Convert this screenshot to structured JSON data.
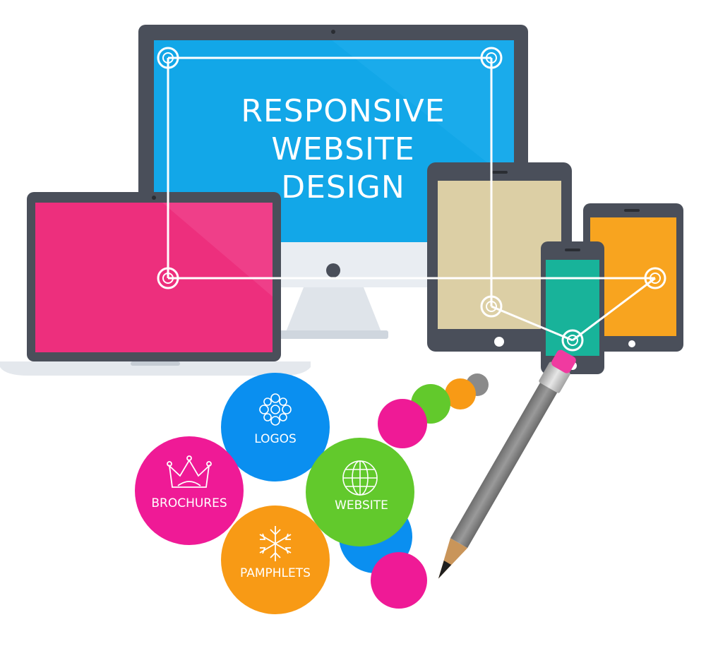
{
  "headline": {
    "line1": "RESPONSIVE",
    "line2": "WEBSITE",
    "line3": "DESIGN"
  },
  "bubbles": {
    "logos": "LOGOS",
    "brochures": "BROCHURES",
    "website": "WEBSITE",
    "pamphlets": "PAMPHLETS"
  },
  "colors": {
    "monitor_screen": "#12a7e8",
    "device_frame": "#4a4f5a",
    "laptop_screen": "#ed2f7d",
    "tablet_screen": "#dccfa5",
    "phone_screen": "#18b39a",
    "small_tablet_screen": "#f8a41f",
    "logos_bubble": "#0a8ff0",
    "brochures_bubble": "#ef1a96",
    "website_bubble": "#62c92c",
    "pamphlets_bubble": "#f89a15"
  },
  "icons": {
    "logos": "flower-ornament-icon",
    "brochures": "crown-icon",
    "website": "globe-icon",
    "pamphlets": "snowflake-icon"
  }
}
